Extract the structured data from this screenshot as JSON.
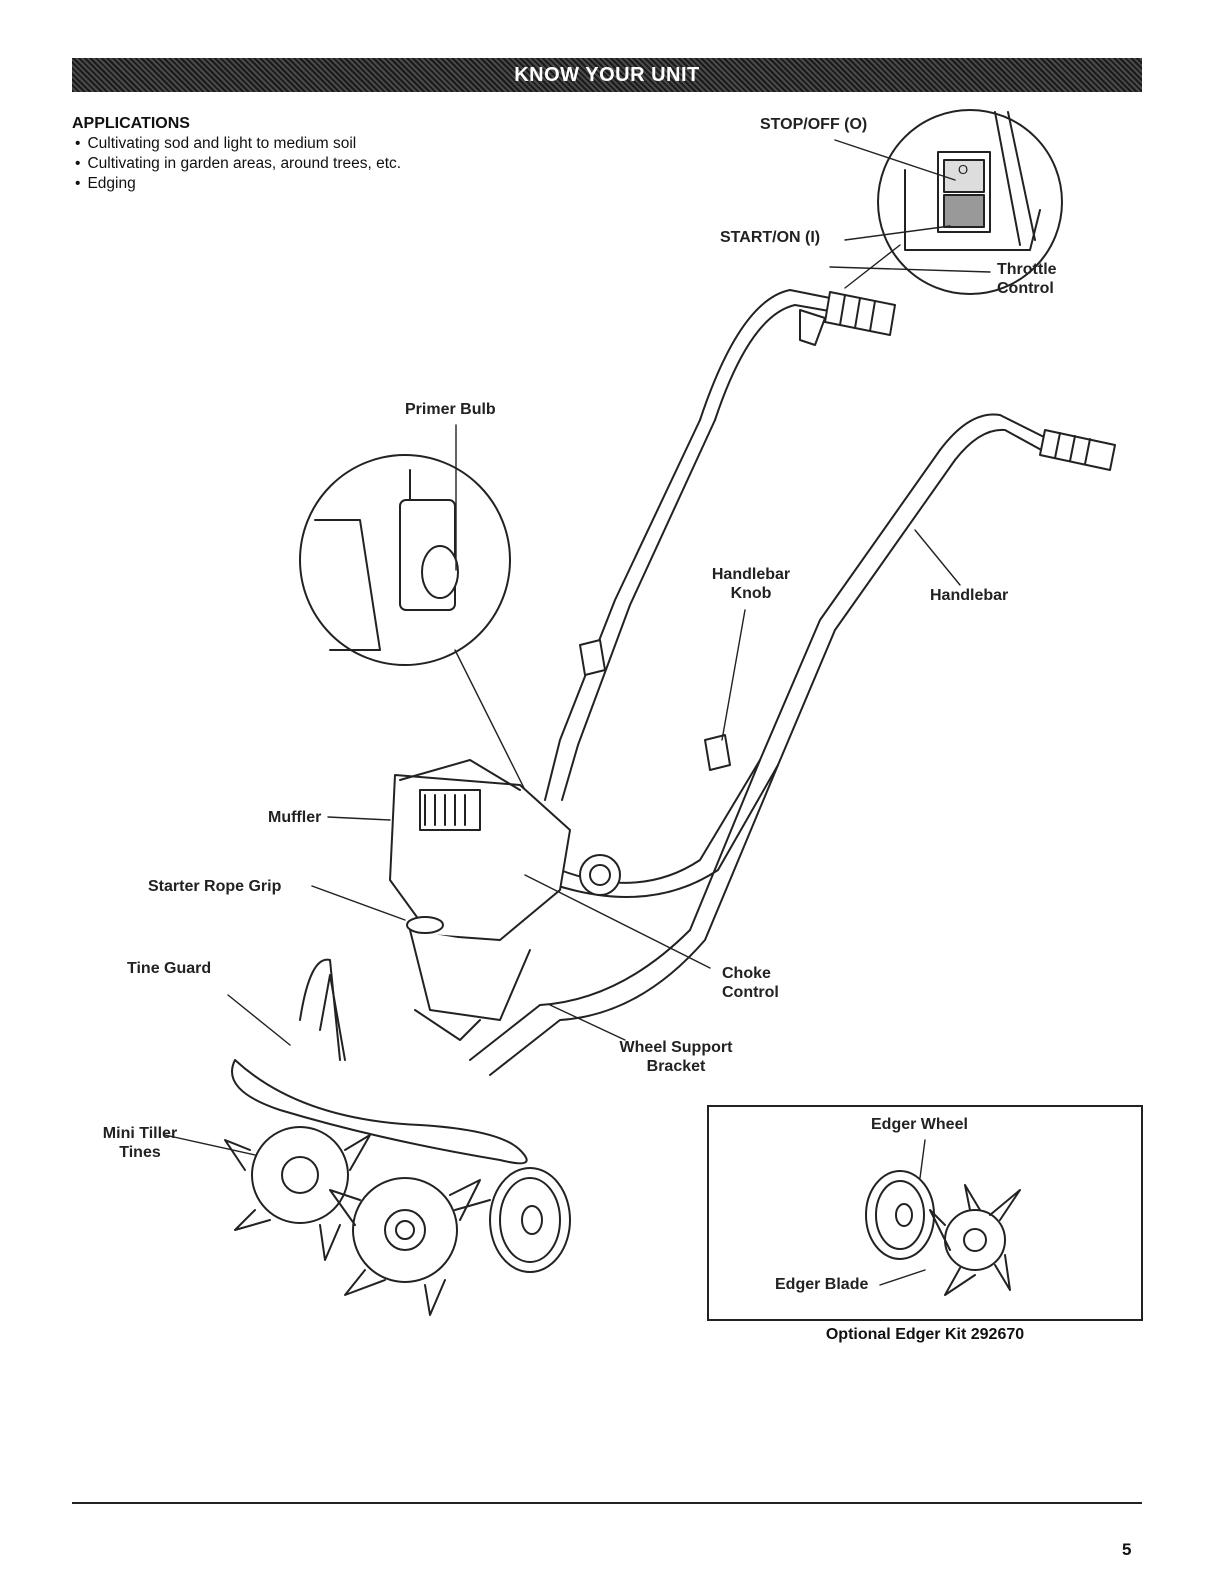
{
  "header": {
    "title": "KNOW YOUR UNIT"
  },
  "applications": {
    "title": "APPLICATIONS",
    "items": [
      "Cultivating sod and light to medium soil",
      "Cultivating in garden areas, around trees, etc.",
      "Edging"
    ]
  },
  "labels": {
    "stop_off": "STOP/OFF (O)",
    "start_on": "START/ON (I)",
    "switch_o": "O",
    "throttle_1": "Throttle",
    "throttle_2": "Control",
    "primer_bulb": "Primer Bulb",
    "handlebar_knob_1": "Handlebar",
    "handlebar_knob_2": "Knob",
    "handlebar": "Handlebar",
    "muffler": "Muffler",
    "starter_rope_grip": "Starter Rope Grip",
    "choke_1": "Choke",
    "choke_2": "Control",
    "tine_guard": "Tine Guard",
    "wheel_support_1": "Wheel Support",
    "wheel_support_2": "Bracket",
    "mini_tiller_1": "Mini Tiller",
    "mini_tiller_2": "Tines"
  },
  "edger_kit": {
    "wheel_label": "Edger Wheel",
    "blade_label": "Edger Blade",
    "caption": "Optional Edger Kit 292670"
  },
  "footer": {
    "page_number": "5"
  }
}
